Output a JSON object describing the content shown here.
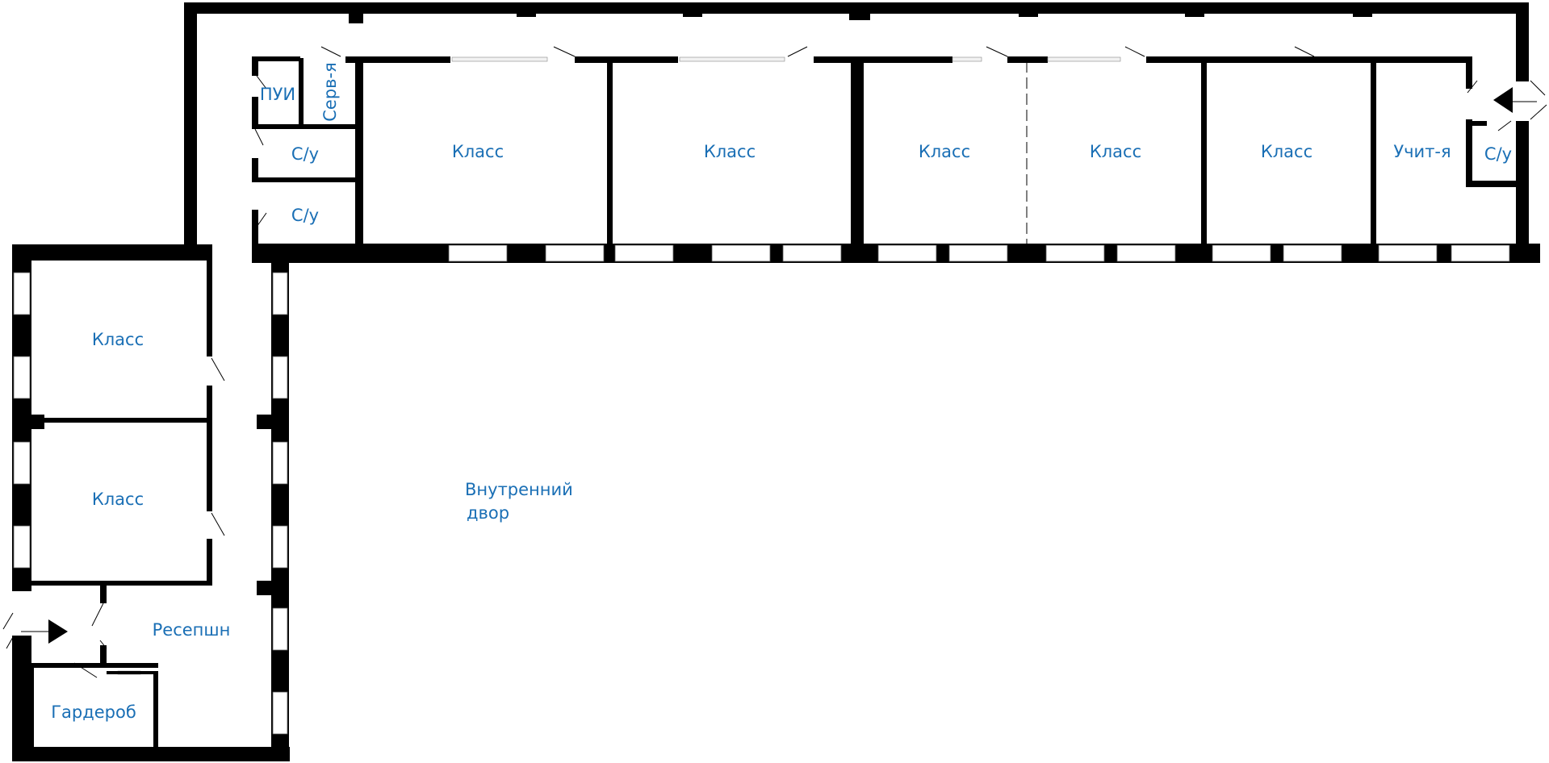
{
  "theme": {
    "label_color": "#1a6fb5",
    "wall_color": "#000000"
  },
  "rooms": {
    "top_class_1": "Класс",
    "top_class_2": "Класс",
    "top_class_3": "Класс",
    "top_class_4": "Класс",
    "top_class_5": "Класс",
    "teachers_room": "Учит-я",
    "wc_right": "С/у",
    "puy": "ПУИ",
    "server_room": "Серв-я",
    "wc_left_1": "С/у",
    "wc_left_2": "С/у",
    "left_class_1": "Класс",
    "left_class_2": "Класс",
    "reception": "Ресепшн",
    "wardrobe": "Гардероб",
    "courtyard_line1": "Внутренний",
    "courtyard_line2": "двор"
  },
  "icons": {
    "entrance_top": "entrance-arrow-icon",
    "entrance_left": "entrance-arrow-icon"
  }
}
